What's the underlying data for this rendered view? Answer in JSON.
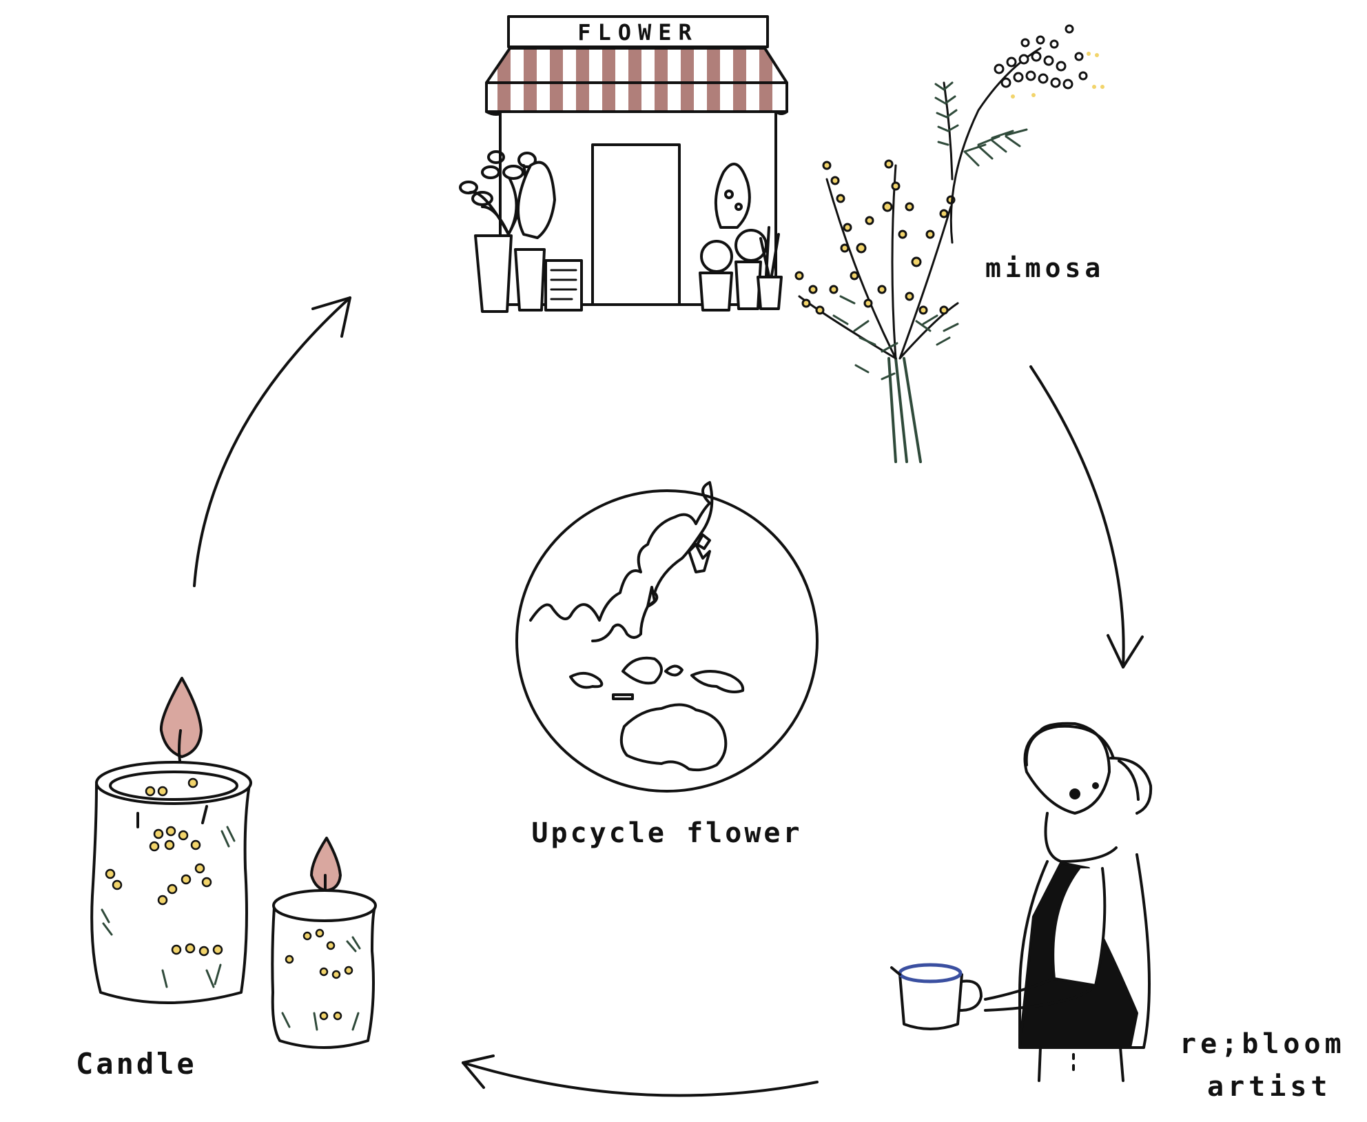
{
  "shop": {
    "sign": "FLOWER"
  },
  "labels": {
    "mimosa": "mimosa",
    "center": "Upcycle flower",
    "candle": "Candle",
    "artist_line1": "re;bloom",
    "artist_line2": "artist"
  },
  "colors": {
    "ink": "#111111",
    "awning_stripe": "#b07f7a",
    "flame": "#d9a79f",
    "mimosa_yellow": "#f2d46b",
    "leaf_green": "#2f4a3a",
    "cup_rim": "#3a4fa0"
  },
  "icons": [
    "flower-shop-icon",
    "mimosa-bouquet-icon",
    "mimosa-sprig-icon",
    "globe-icon",
    "artist-icon",
    "candles-icon",
    "cycle-arrow-icon"
  ]
}
